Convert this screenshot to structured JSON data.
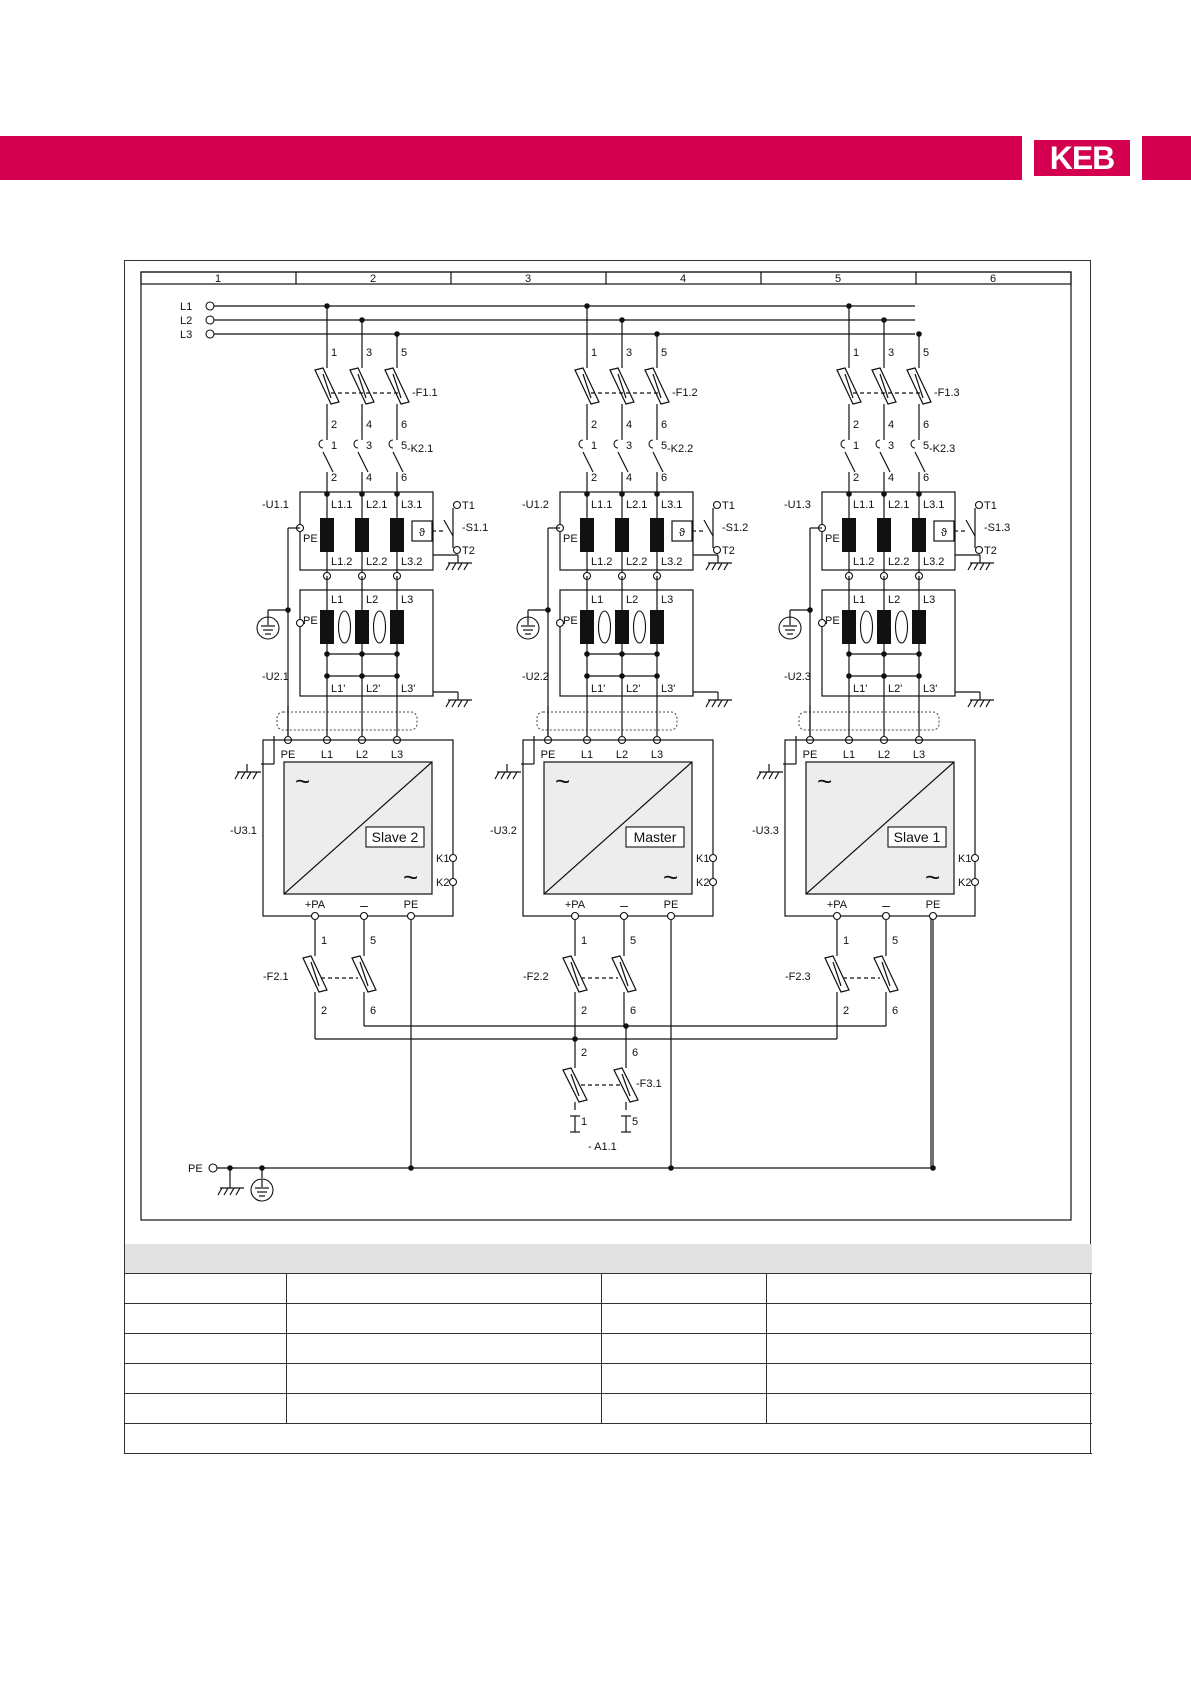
{
  "brand": {
    "logo_text": "KEB",
    "color": "#d4004f"
  },
  "grid_columns": [
    "1",
    "2",
    "3",
    "4",
    "5",
    "6"
  ],
  "supply": {
    "lines": [
      "L1",
      "L2",
      "L3"
    ],
    "pe": "PE"
  },
  "terminals": {
    "in": [
      "1",
      "3",
      "5"
    ],
    "out": [
      "2",
      "4",
      "6"
    ],
    "filter_in": [
      "L1",
      "L2",
      "L3"
    ],
    "filter_out": [
      "L1'",
      "L2'",
      "L3'"
    ],
    "drive_in": [
      "PE",
      "L1",
      "L2",
      "L3"
    ],
    "dc_fuse_in": [
      "1",
      "5"
    ],
    "dc_fuse_out": [
      "2",
      "6"
    ]
  },
  "drives": [
    {
      "fuse": "-F1.1",
      "contactor": "-K2.1",
      "choke": "-U1.1",
      "choke_in": [
        "L1.1",
        "L2.1",
        "L3.1"
      ],
      "choke_out": [
        "L1.2",
        "L2.2",
        "L3.2"
      ],
      "pe": "PE",
      "t1": "T1",
      "t2": "T2",
      "thermo": "-S1.1",
      "filter": "-U2.1",
      "filter_pe": "PE",
      "inverter": "-U3.1",
      "role": "Slave 2",
      "k1": "K1",
      "k2": "K2",
      "pa": "+PA",
      "minus": "–",
      "pe_out": "PE",
      "dc_fuse": "-F2.1",
      "tilde": "~"
    },
    {
      "fuse": "-F1.2",
      "contactor": "-K2.2",
      "choke": "-U1.2",
      "choke_in": [
        "L1.1",
        "L2.1",
        "L3.1"
      ],
      "choke_out": [
        "L1.2",
        "L2.2",
        "L3.2"
      ],
      "pe": "PE",
      "t1": "T1",
      "t2": "T2",
      "thermo": "-S1.2",
      "filter": "-U2.2",
      "filter_pe": "PE",
      "inverter": "-U3.2",
      "role": "Master",
      "k1": "K1",
      "k2": "K2",
      "pa": "+PA",
      "minus": "–",
      "pe_out": "PE",
      "dc_fuse": "-F2.2",
      "tilde": "~"
    },
    {
      "fuse": "-F1.3",
      "contactor": "-K2.3",
      "choke": "-U1.3",
      "choke_in": [
        "L1.1",
        "L2.1",
        "L3.1"
      ],
      "choke_out": [
        "L1.2",
        "L2.2",
        "L3.2"
      ],
      "pe": "PE",
      "t1": "T1",
      "t2": "T2",
      "thermo": "-S1.3",
      "filter": "-U2.3",
      "filter_pe": "PE",
      "inverter": "-U3.3",
      "role": "Slave 1",
      "k1": "K1",
      "k2": "K2",
      "pa": "+PA",
      "minus": "–",
      "pe_out": "PE",
      "dc_fuse": "-F2.3",
      "tilde": "~"
    }
  ],
  "bottom": {
    "fuse": "-F3.1",
    "fuse_top": [
      "2",
      "6"
    ],
    "fuse_bottom": [
      "1",
      "5"
    ],
    "output": "- A1.1"
  }
}
